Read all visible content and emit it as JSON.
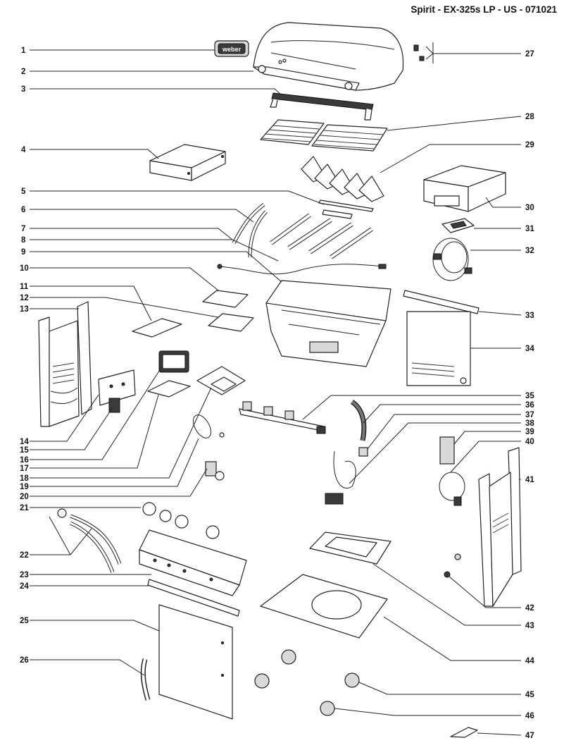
{
  "header": {
    "title": "Spirit - EX-325s LP - US - 071021"
  },
  "callouts": {
    "left": [
      "1",
      "2",
      "3",
      "4",
      "5",
      "6",
      "7",
      "8",
      "9",
      "10",
      "11",
      "12",
      "13",
      "14",
      "15",
      "16",
      "17",
      "18",
      "19",
      "20",
      "21",
      "22",
      "23",
      "24",
      "25",
      "26"
    ],
    "right": [
      "27",
      "28",
      "29",
      "30",
      "31",
      "32",
      "33",
      "34",
      "35",
      "36",
      "37",
      "38",
      "39",
      "40",
      "41",
      "42",
      "43",
      "44",
      "45",
      "46",
      "47"
    ]
  },
  "parts": {
    "logo_badge_text": "weber"
  }
}
